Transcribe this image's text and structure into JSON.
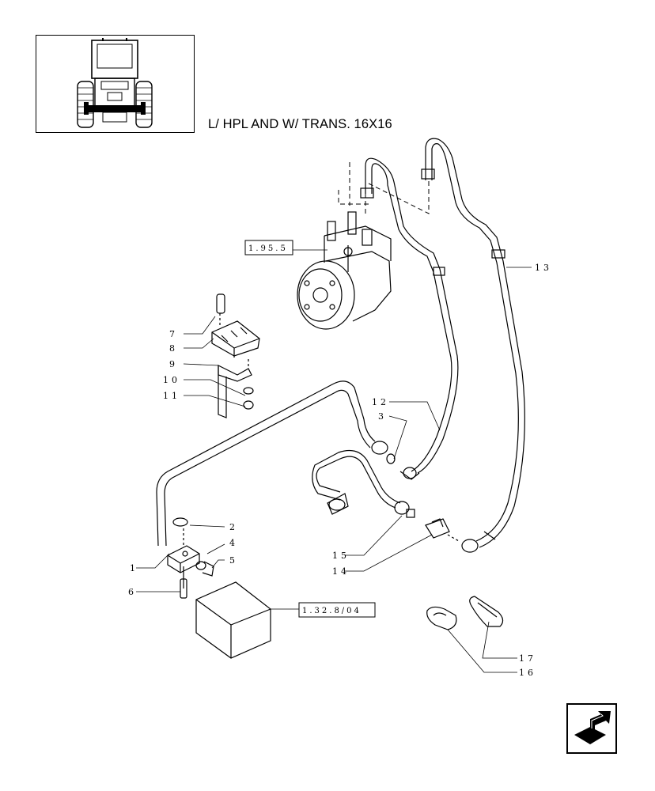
{
  "title": "L/ HPL AND W/ TRANS. 16X16",
  "references": {
    "steering_unit": "1.95.5",
    "transmission": "1.32.8/04"
  },
  "callouts": [
    "1",
    "2",
    "3",
    "4",
    "5",
    "6",
    "7",
    "8",
    "9",
    "10",
    "11",
    "12",
    "13",
    "14",
    "15",
    "16",
    "17"
  ],
  "icons": {
    "thumbnail": "tractor-front-view-icon",
    "nav": "next-page-arrow-icon"
  },
  "colors": {
    "line": "#000000",
    "background": "#ffffff"
  }
}
